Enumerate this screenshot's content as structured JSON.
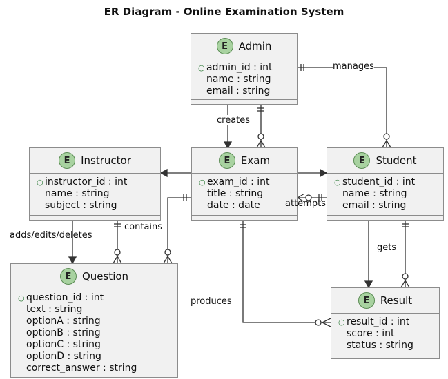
{
  "title": "ER Diagram - Online Examination System",
  "entities": {
    "admin": {
      "badge": "E",
      "name": "Admin",
      "attrs": [
        "admin_id : int",
        "name : string",
        "email : string"
      ]
    },
    "instructor": {
      "badge": "E",
      "name": "Instructor",
      "attrs": [
        "instructor_id : int",
        "name : string",
        "subject : string"
      ]
    },
    "exam": {
      "badge": "E",
      "name": "Exam",
      "attrs": [
        "exam_id : int",
        "title : string",
        "date : date"
      ]
    },
    "student": {
      "badge": "E",
      "name": "Student",
      "attrs": [
        "student_id : int",
        "name : string",
        "email : string"
      ]
    },
    "question": {
      "badge": "E",
      "name": "Question",
      "attrs": [
        "question_id : int",
        "text : string",
        "optionA : string",
        "optionB : string",
        "optionC : string",
        "optionD : string",
        "correct_answer : string"
      ]
    },
    "result": {
      "badge": "E",
      "name": "Result",
      "attrs": [
        "result_id : int",
        "score : int",
        "status : string"
      ]
    }
  },
  "relationships": {
    "manages": "manages",
    "creates": "creates",
    "attempts": "attempts",
    "contains": "contains",
    "adds": "adds/edits/deletes",
    "produces": "produces",
    "gets": "gets"
  }
}
